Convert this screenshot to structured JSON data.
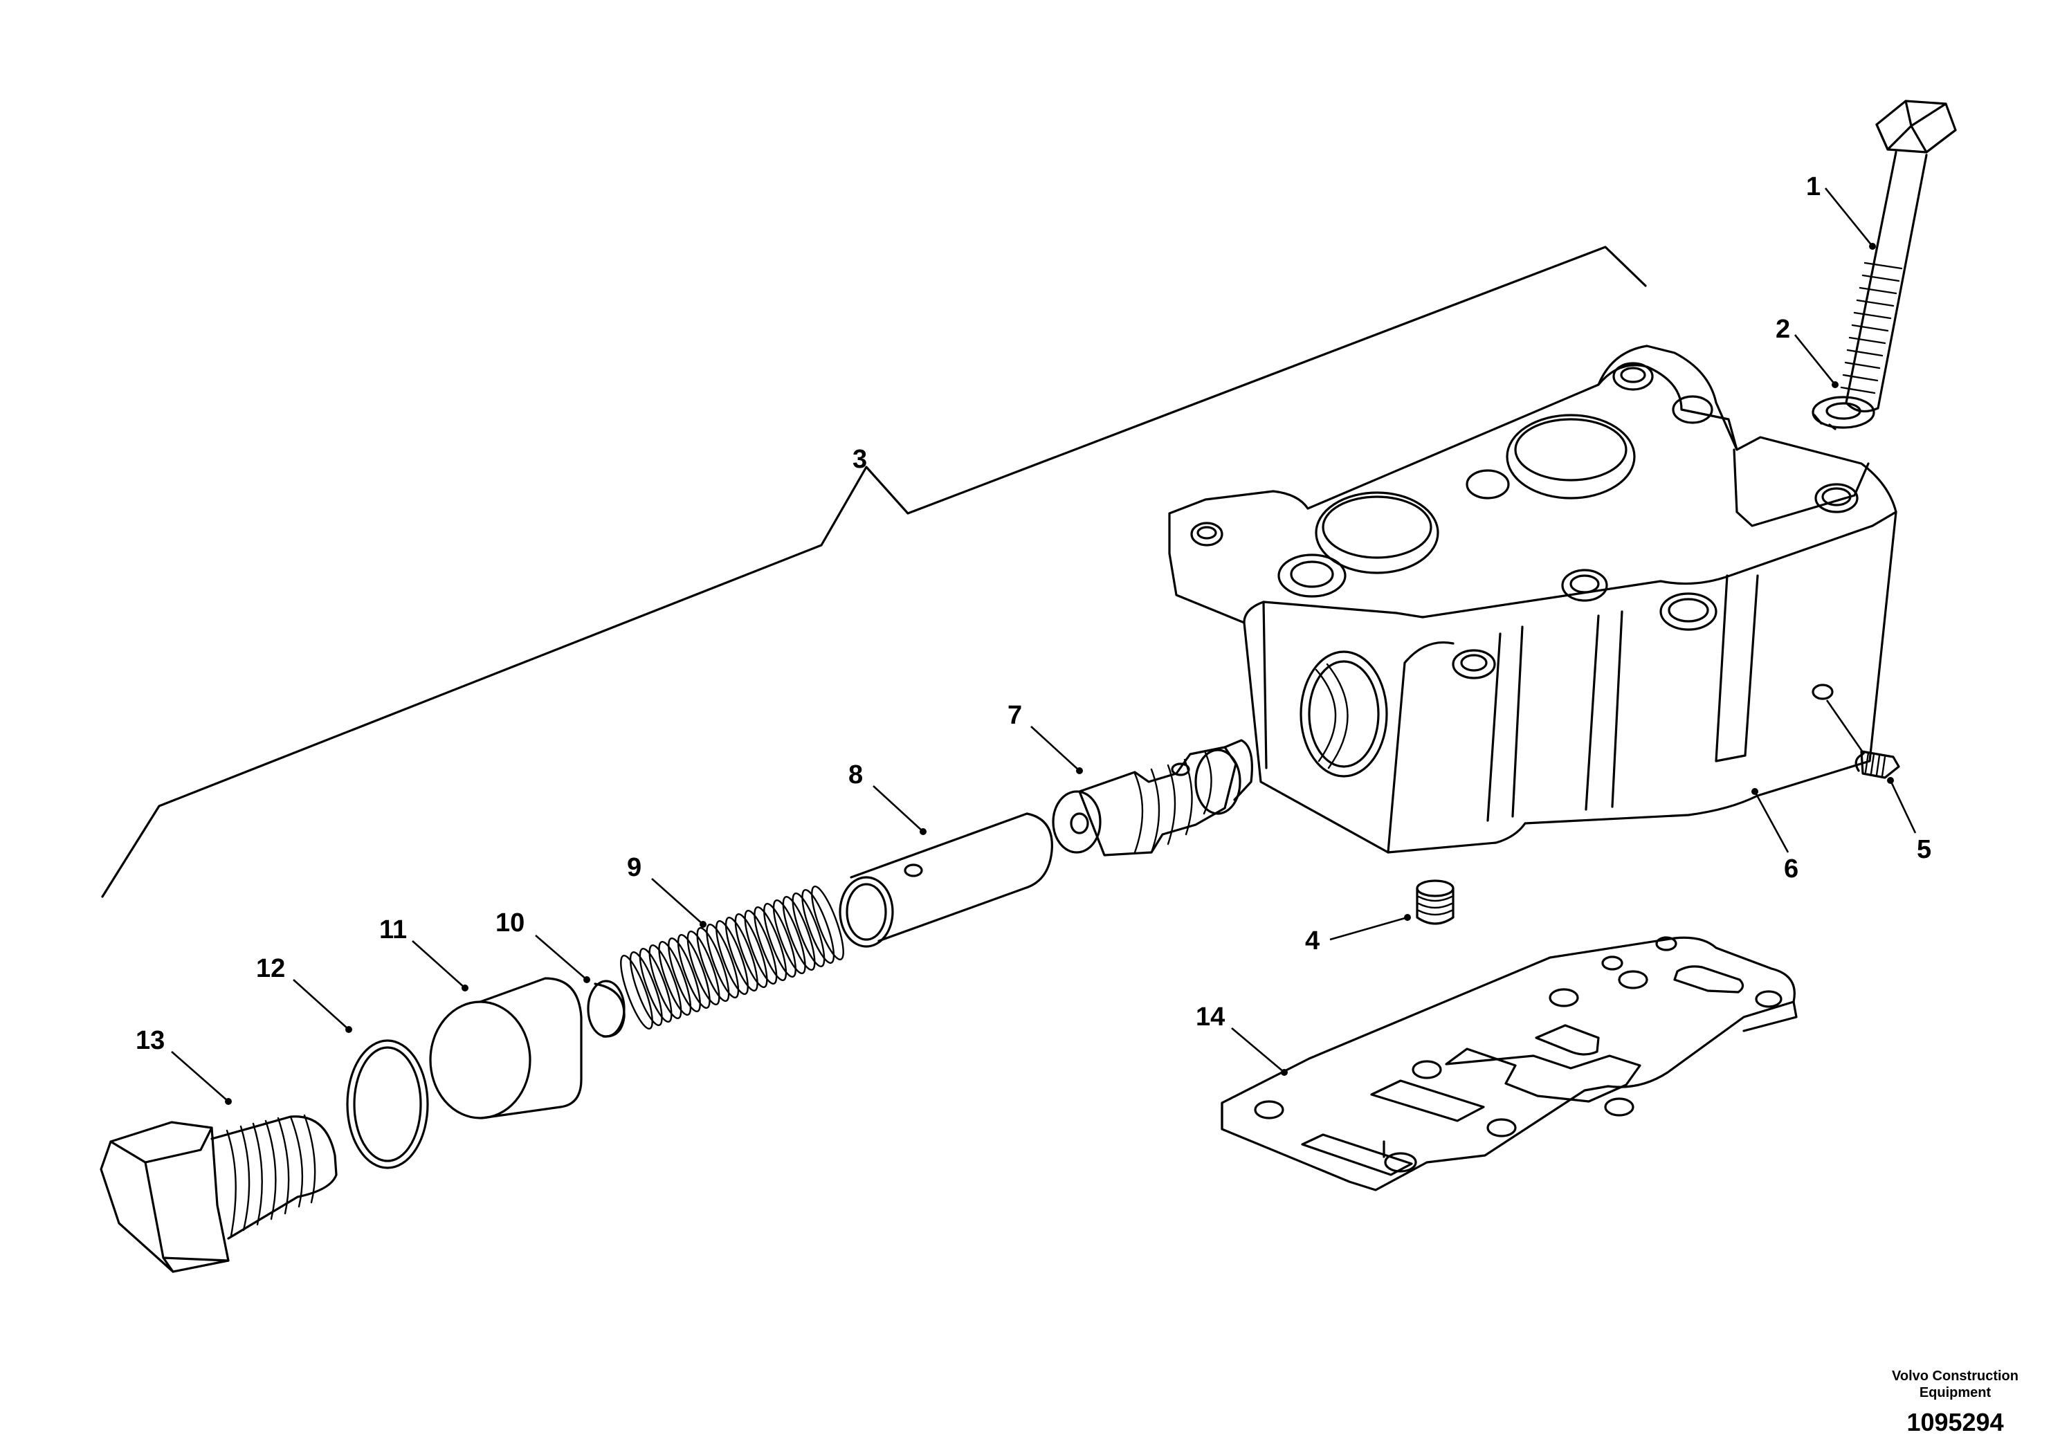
{
  "labels": {
    "l1": "1",
    "l2": "2",
    "l3": "3",
    "l4": "4",
    "l5": "5",
    "l6": "6",
    "l7": "7",
    "l8": "8",
    "l9": "9",
    "l10": "10",
    "l11": "11",
    "l12": "12",
    "l13": "13",
    "l14": "14"
  },
  "footer": {
    "company_line1": "Volvo Construction",
    "company_line2": "Equipment",
    "doc_number": "1095294"
  }
}
